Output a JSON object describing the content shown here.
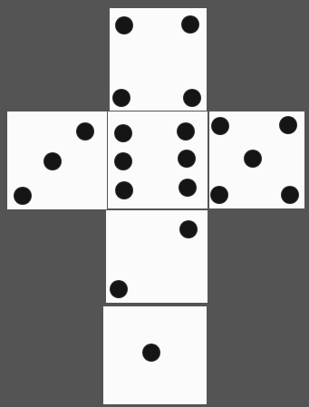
{
  "diagram": {
    "type": "dice-net",
    "background": "#545454",
    "face_color": "#fbfbfb",
    "pip_color": "#151515",
    "faces": [
      {
        "id": "top",
        "pips": 4
      },
      {
        "id": "left",
        "pips": 3
      },
      {
        "id": "center",
        "pips": 6
      },
      {
        "id": "right",
        "pips": 5
      },
      {
        "id": "below-center",
        "pips": 2
      },
      {
        "id": "bottom",
        "pips": 1
      }
    ]
  }
}
